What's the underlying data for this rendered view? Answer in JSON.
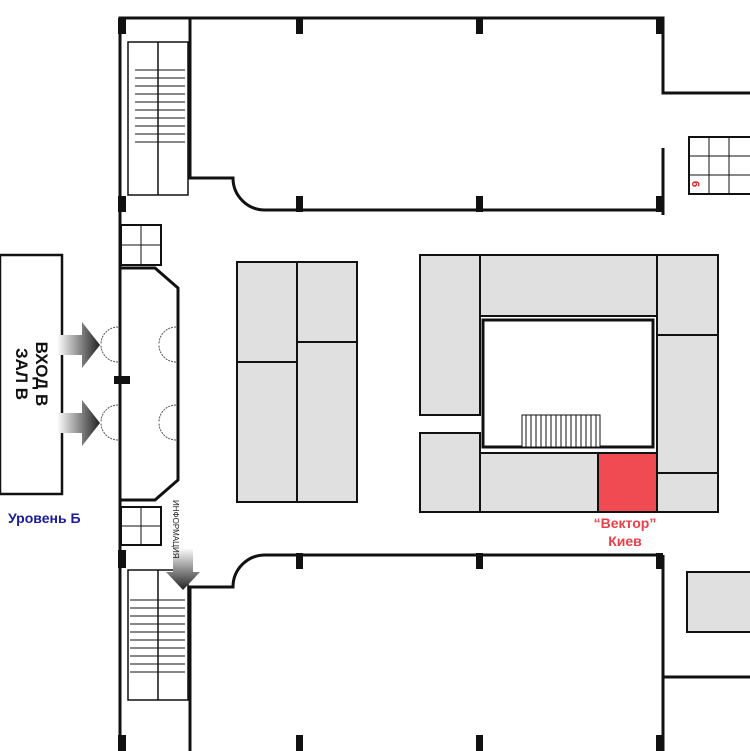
{
  "entrance": {
    "line1": "ВХОД В",
    "line2": "ЗАЛ В"
  },
  "level_label": "Уровень Б",
  "info_label": "ИНФОРМАЦИЯ",
  "exhibitor": {
    "name": "“Вектор”",
    "city": "Киев"
  },
  "room_number": "6",
  "colors": {
    "wall": "#111111",
    "stand": "#e0e0e0",
    "highlight": "#f04a52",
    "level_text": "#1a1a9a"
  }
}
